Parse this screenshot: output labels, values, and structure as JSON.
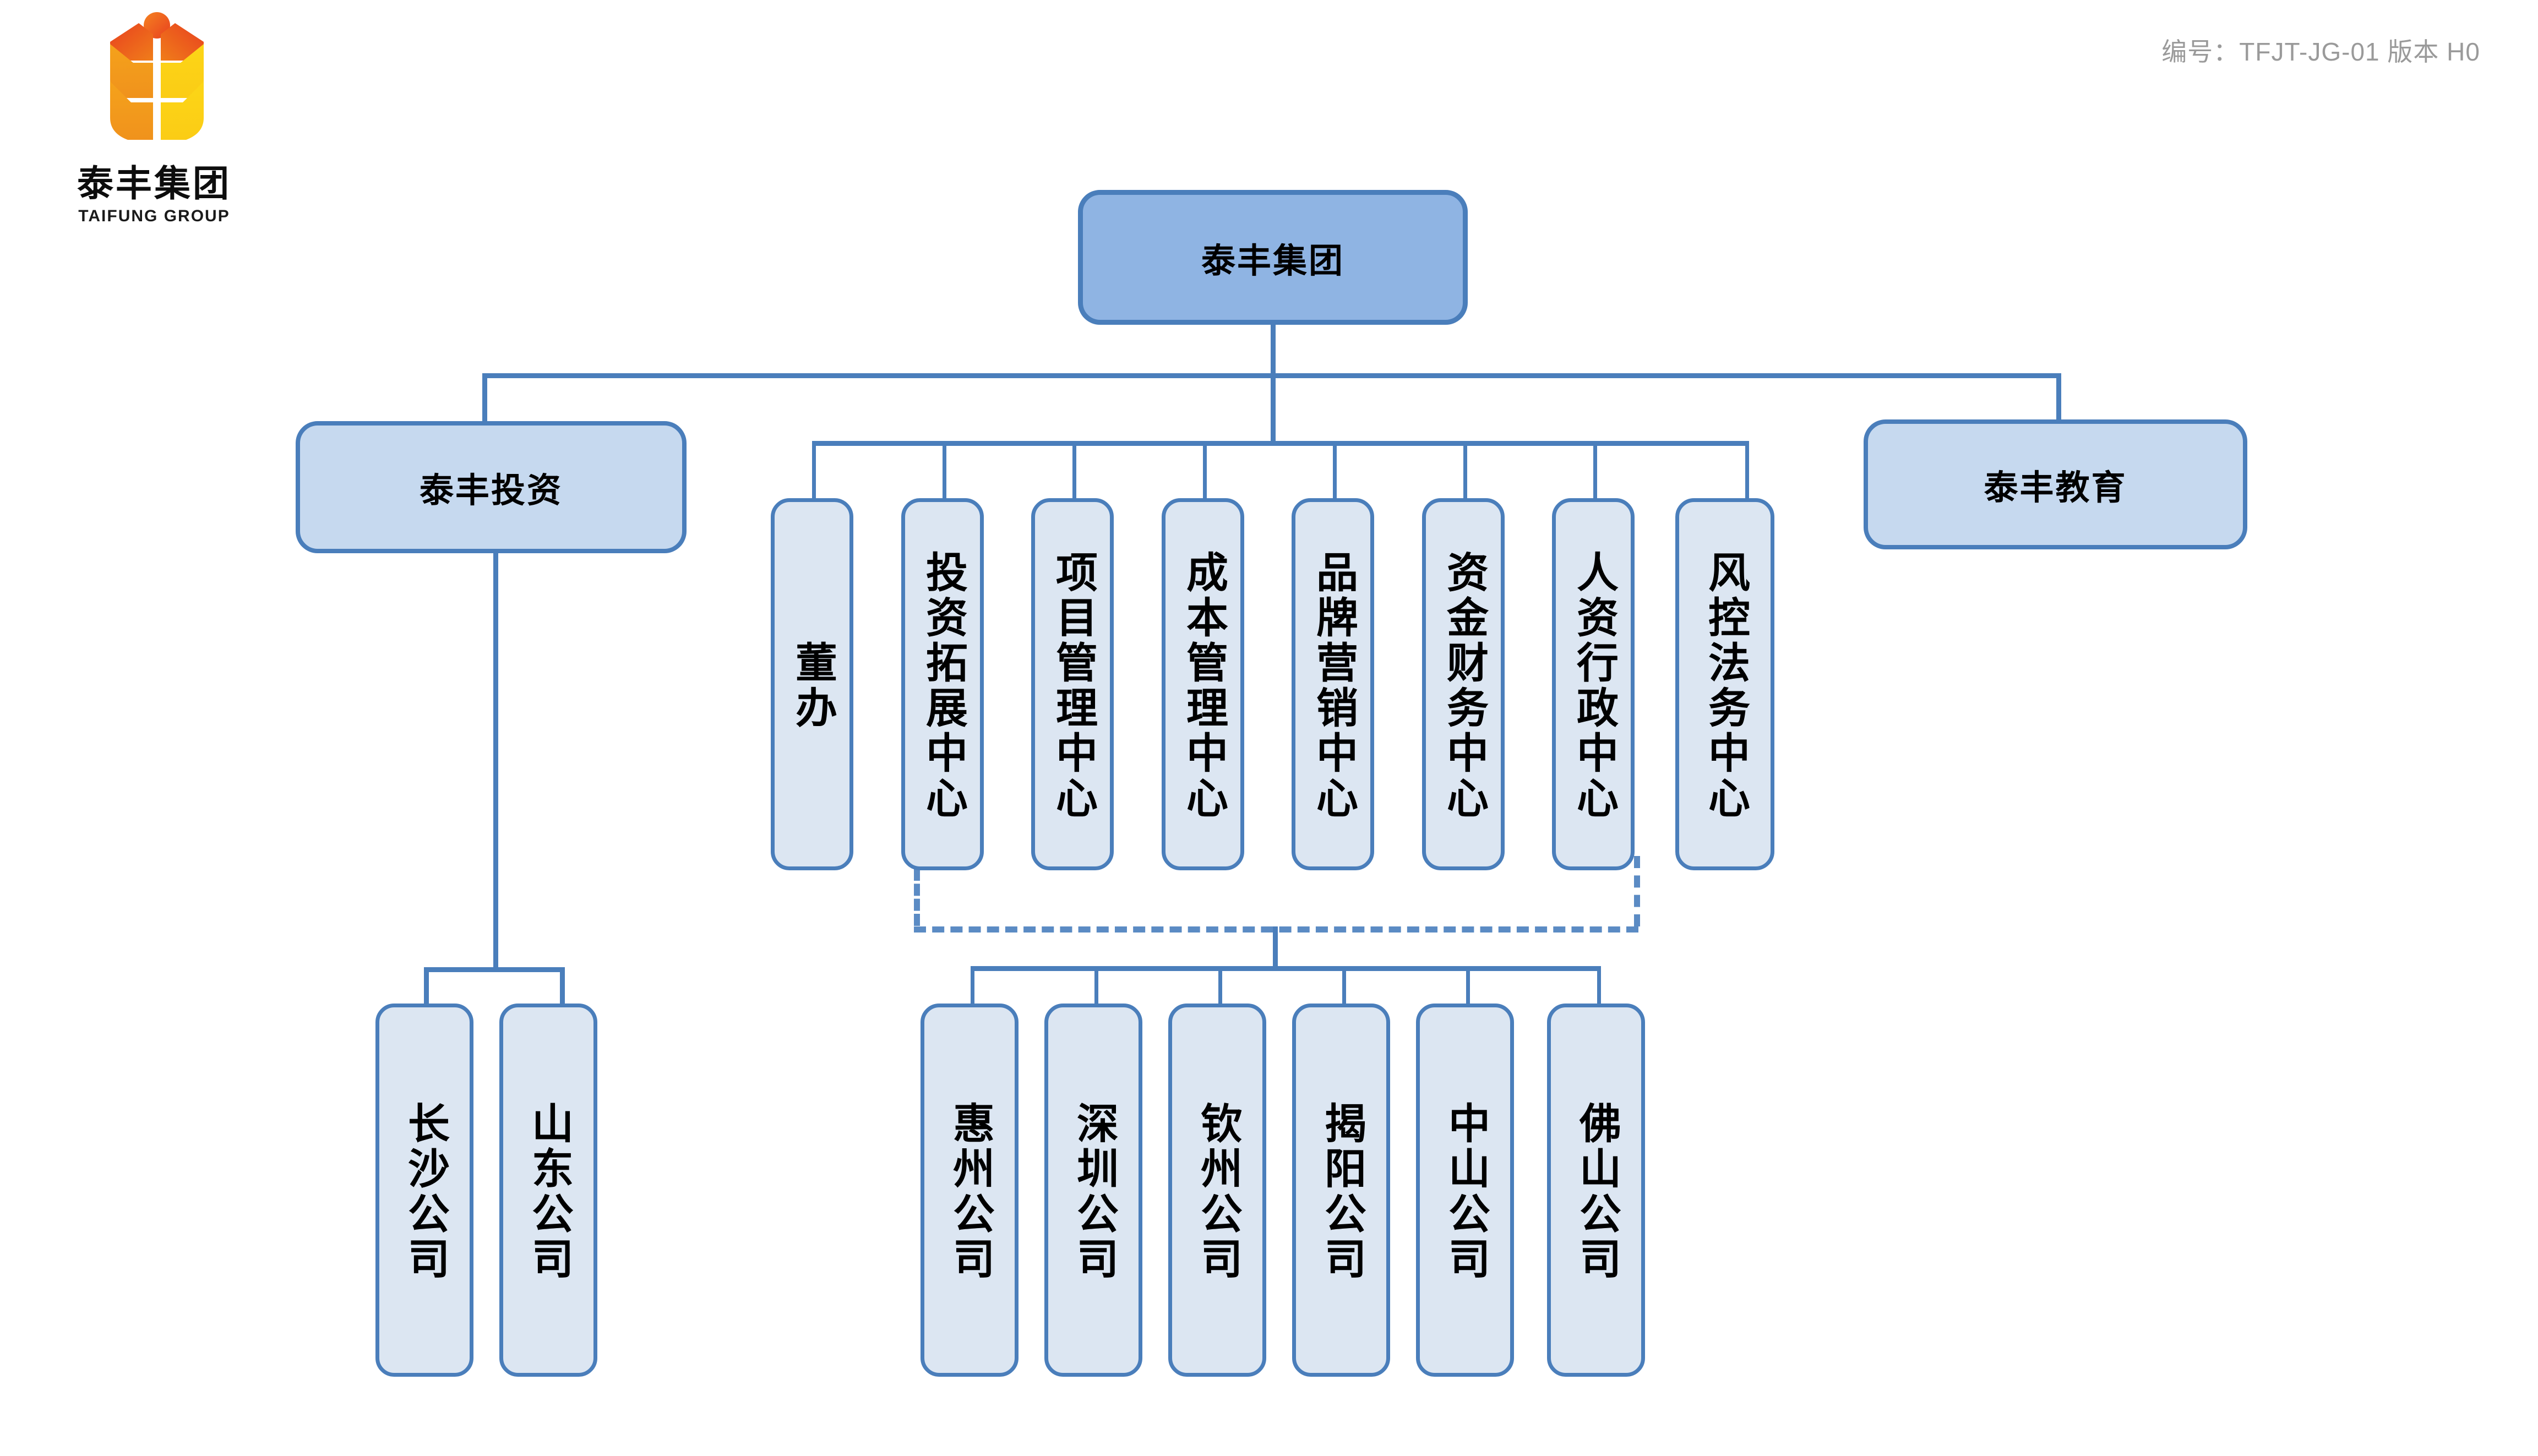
{
  "header": {
    "doc_code": "编号：TFJT-JG-01  版本 H0"
  },
  "logo": {
    "name_cn": "泰丰集团",
    "name_en": "TAIFUNG GROUP",
    "icon": "wheat-sheaf-logo",
    "colors": {
      "sun": "#ef5a20",
      "left_leaf": "#f2a21c",
      "right_leaf": "#fbd718",
      "top_left": "#e8401f",
      "top_right": "#ea5a1e"
    }
  },
  "colors": {
    "node_fill": "#dce6f2",
    "node_fill_level2": "#c6d9ef",
    "node_fill_root": "#8fb4e3",
    "border": "#4a7ebb",
    "connector": "#4a7ebb",
    "dashed_connector": "#5b8bc4",
    "text": "#000000",
    "header_text": "#9a9a9a",
    "background": "#ffffff"
  },
  "org": {
    "root": {
      "label": "泰丰集团"
    },
    "level2": [
      {
        "label": "泰丰投资",
        "side": "left"
      },
      {
        "label": "泰丰教育",
        "side": "right"
      }
    ],
    "departments": [
      {
        "label": "董办"
      },
      {
        "label": "投资拓展中心"
      },
      {
        "label": "项目管理中心"
      },
      {
        "label": "成本管理中心"
      },
      {
        "label": "品牌营销中心"
      },
      {
        "label": "资金财务中心"
      },
      {
        "label": "人资行政中心"
      },
      {
        "label": "风控法务中心"
      }
    ],
    "investment_companies": [
      {
        "label": "长沙公司"
      },
      {
        "label": "山东公司"
      }
    ],
    "regional_companies": [
      {
        "label": "惠州公司"
      },
      {
        "label": "深圳公司"
      },
      {
        "label": "钦州公司"
      },
      {
        "label": "揭阳公司"
      },
      {
        "label": "中山公司"
      },
      {
        "label": "佛山公司"
      }
    ]
  }
}
